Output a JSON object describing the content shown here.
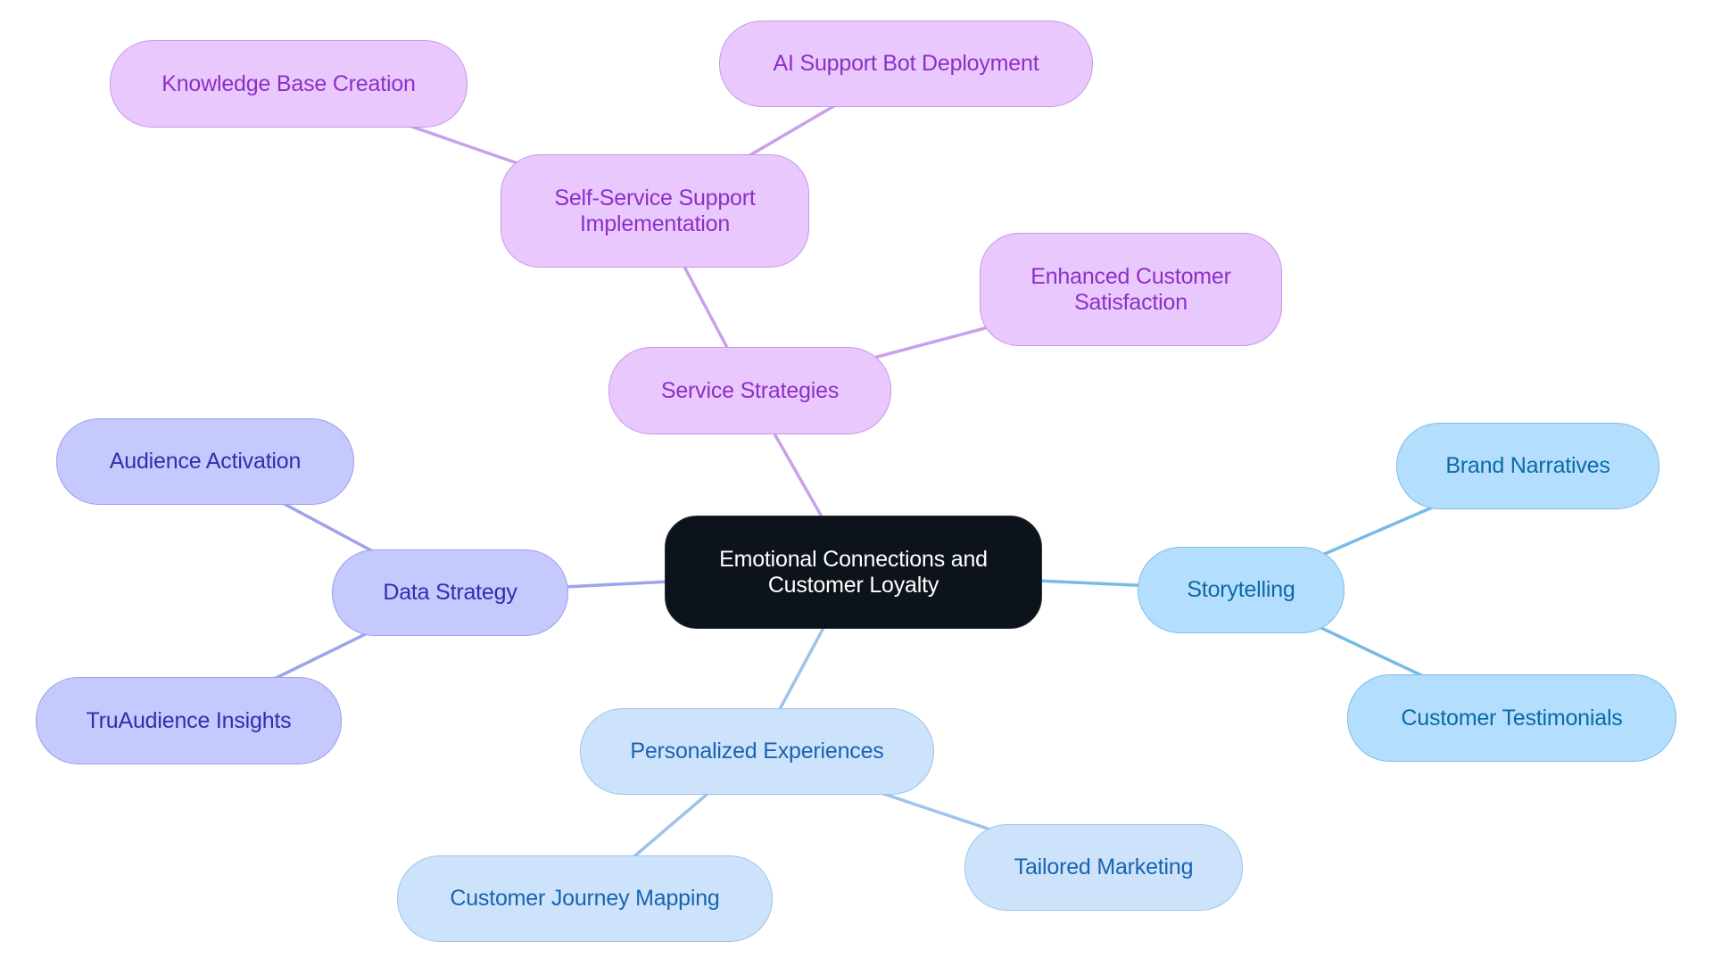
{
  "diagram": {
    "type": "mindmap",
    "root": {
      "id": "root",
      "label": "Emotional Connections and\nCustomer Loyalty",
      "group": "root"
    },
    "nodes": [
      {
        "id": "service",
        "label": "Service Strategies",
        "group": "purple",
        "parent": "root"
      },
      {
        "id": "selfservice",
        "label": "Self-Service Support\nImplementation",
        "group": "purple",
        "parent": "service"
      },
      {
        "id": "kb",
        "label": "Knowledge Base Creation",
        "group": "purple",
        "parent": "selfservice"
      },
      {
        "id": "aibot",
        "label": "AI Support Bot Deployment",
        "group": "purple",
        "parent": "selfservice"
      },
      {
        "id": "satisfaction",
        "label": "Enhanced Customer\nSatisfaction",
        "group": "purple",
        "parent": "service"
      },
      {
        "id": "data",
        "label": "Data Strategy",
        "group": "indigo",
        "parent": "root"
      },
      {
        "id": "audience",
        "label": "Audience Activation",
        "group": "indigo",
        "parent": "data"
      },
      {
        "id": "truaudience",
        "label": "TruAudience Insights",
        "group": "indigo",
        "parent": "data"
      },
      {
        "id": "story",
        "label": "Storytelling",
        "group": "sky",
        "parent": "root"
      },
      {
        "id": "brand",
        "label": "Brand Narratives",
        "group": "sky",
        "parent": "story"
      },
      {
        "id": "testimonials",
        "label": "Customer Testimonials",
        "group": "sky",
        "parent": "story"
      },
      {
        "id": "personal",
        "label": "Personalized Experiences",
        "group": "blue",
        "parent": "root"
      },
      {
        "id": "journey",
        "label": "Customer Journey Mapping",
        "group": "blue",
        "parent": "personal"
      },
      {
        "id": "tailored",
        "label": "Tailored Marketing",
        "group": "blue",
        "parent": "personal"
      }
    ],
    "colors": {
      "root": {
        "fill": "#0c131a",
        "text": "#ffffff",
        "line": "#0c131a"
      },
      "purple": {
        "fill": "#e9c9fd",
        "text": "#8d2fc7",
        "line": "#c9a0ec"
      },
      "indigo": {
        "fill": "#c5c9fd",
        "text": "#2e30ad",
        "line": "#9ea3ea"
      },
      "sky": {
        "fill": "#b4defd",
        "text": "#0b6aa6",
        "line": "#79b9e6"
      },
      "blue": {
        "fill": "#cde3fb",
        "text": "#1a63b0",
        "line": "#9ec3ea"
      }
    }
  }
}
